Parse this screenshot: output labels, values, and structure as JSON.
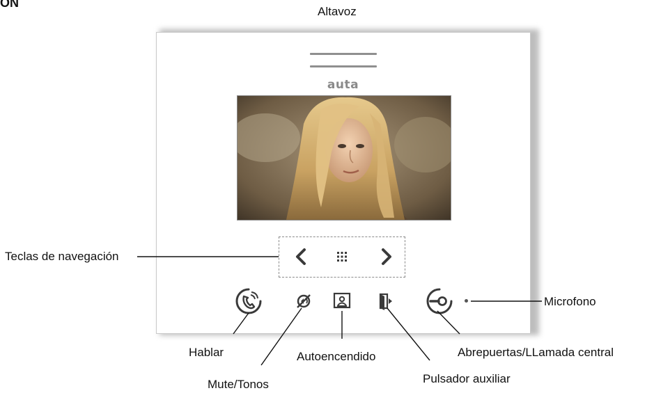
{
  "heading": "ON",
  "device": {
    "brand": "auta"
  },
  "labels": {
    "speaker": "Altavoz",
    "navigation_keys": "Teclas de navegación",
    "microphone": "Microfono",
    "talk": "Hablar",
    "auto_on": "Autoencendido",
    "door_opener": "Abrepuertas/LLamada central",
    "mute_tones": "Mute/Tonos",
    "aux_button": "Pulsador auxiliar"
  },
  "icons": [
    "speaker-grille",
    "chevron-left-icon",
    "menu-grid-icon",
    "chevron-right-icon",
    "talk-handset-icon",
    "mute-icon",
    "auto-on-icon",
    "aux-door-icon",
    "door-key-icon",
    "microphone-dot"
  ],
  "colors": {
    "icon": "#3a3a3a",
    "frame_shadow": "#bdbdbd",
    "screen_border": "#8a8a8a"
  }
}
